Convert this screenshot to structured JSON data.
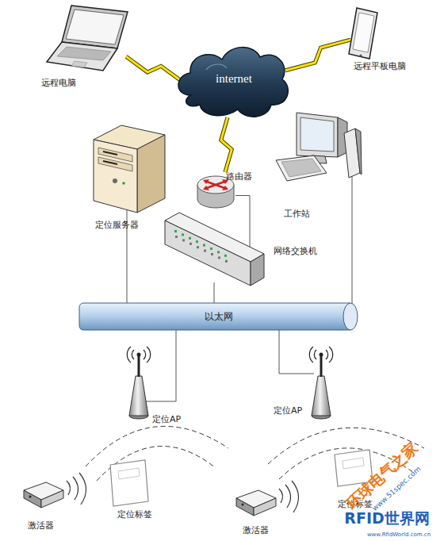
{
  "diagram": {
    "nodes": [
      {
        "text": [
          "远程电脑"
        ]
      },
      {
        "text": [
          "internet"
        ]
      },
      {
        "text": [
          "远程平板电脑"
        ]
      },
      {
        "text": [
          "定位服务器"
        ]
      },
      {
        "text": [
          "路由器"
        ]
      },
      {
        "text": [
          "工作站"
        ]
      },
      {
        "text": [
          "网络交换机"
        ]
      },
      {
        "text": [
          "以太网"
        ]
      },
      {
        "text": [
          "定位AP"
        ]
      },
      {
        "text": [
          "定位AP"
        ]
      },
      {
        "text": [
          "定位标签"
        ]
      },
      {
        "text": [
          "定位标签"
        ]
      },
      {
        "text": [
          "激活器"
        ]
      },
      {
        "text": [
          "激活器"
        ]
      }
    ],
    "edges": [
      {
        "from": 0,
        "to": 1,
        "arrow": "none"
      },
      {
        "from": 1,
        "to": 2,
        "arrow": "none"
      },
      {
        "from": 1,
        "to": 4,
        "arrow": "none"
      },
      {
        "from": 4,
        "to": 6,
        "arrow": "none"
      },
      {
        "from": 3,
        "to": 7,
        "arrow": "none"
      },
      {
        "from": 6,
        "to": 7,
        "arrow": "none"
      },
      {
        "from": 5,
        "to": 7,
        "arrow": "none"
      },
      {
        "from": 7,
        "to": 8,
        "arrow": "none"
      },
      {
        "from": 7,
        "to": 9,
        "arrow": "none"
      }
    ],
    "labels": [
      "环球电气之家",
      "www.51spec.com",
      "RFID世界网",
      "www.RfidWorld.com.cn"
    ]
  }
}
